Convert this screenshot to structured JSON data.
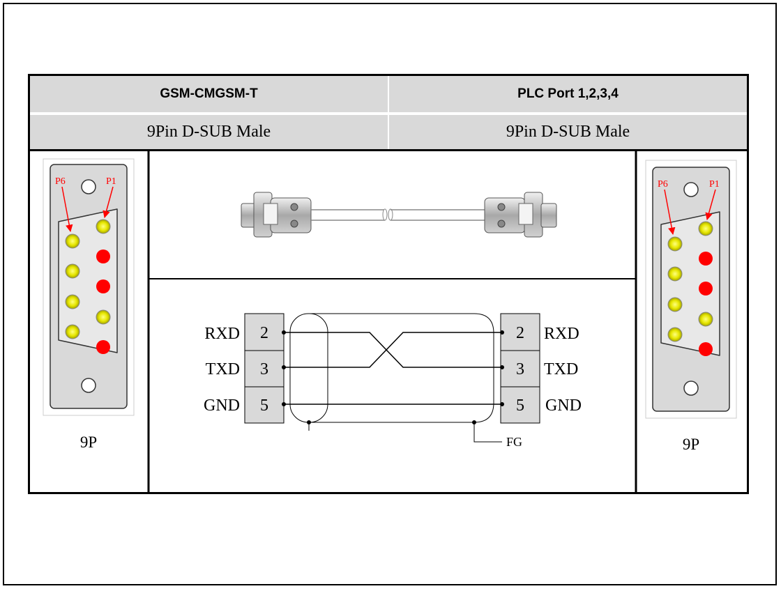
{
  "table": {
    "header": {
      "left_title": "GSM-CMGSM-T",
      "right_title": "PLC Port 1,2,3,4",
      "left_connector": "9Pin D-SUB Male",
      "right_connector": "9Pin D-SUB Male"
    }
  },
  "connector_left": {
    "pin6_label": "P6",
    "pin1_label": "P1",
    "caption": "9P"
  },
  "connector_right": {
    "pin6_label": "P6",
    "pin1_label": "P1",
    "caption": "9P"
  },
  "wiring": {
    "left_pins": [
      "2",
      "3",
      "5"
    ],
    "left_signals": [
      "RXD",
      "TXD",
      "GND"
    ],
    "right_pins": [
      "2",
      "3",
      "5"
    ],
    "right_signals": [
      "RXD",
      "TXD",
      "GND"
    ],
    "shield_label": "FG"
  },
  "colors": {
    "pin_yellow": "#e6e600",
    "pin_red": "#ff0000",
    "header_gray": "#d9d9d9",
    "label_red": "#ff0000"
  }
}
